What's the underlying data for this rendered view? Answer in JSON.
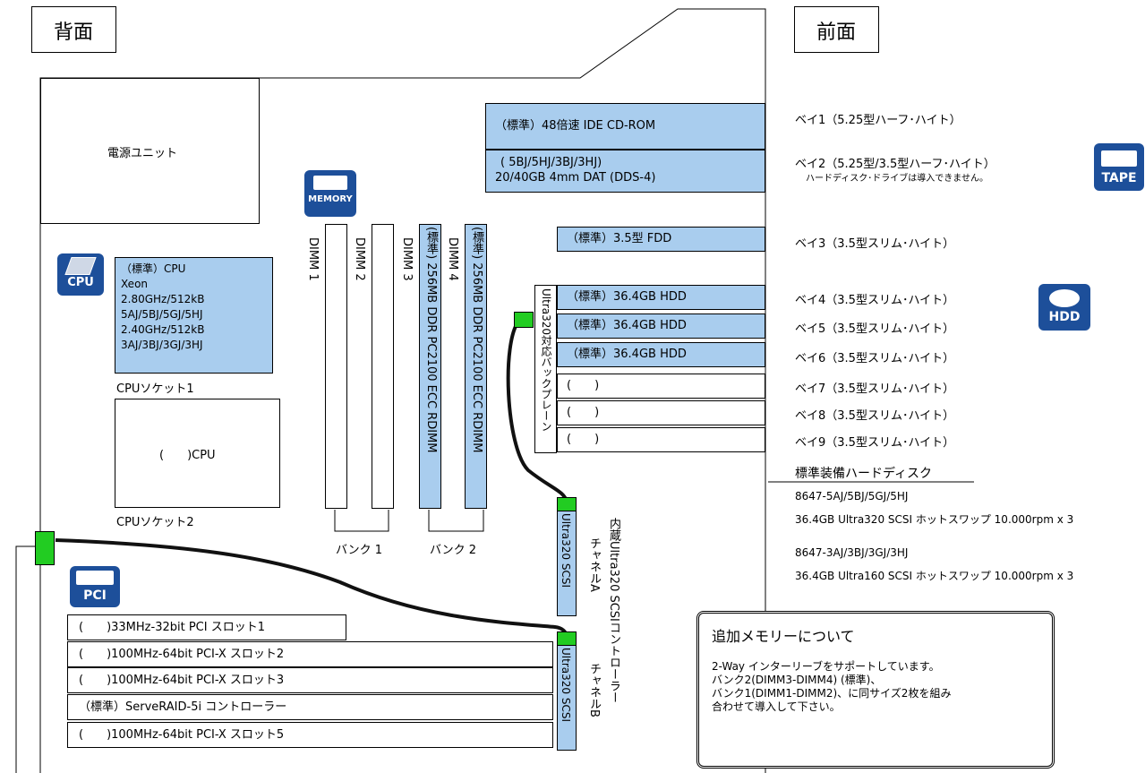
{
  "headers": {
    "back": "背面",
    "front": "前面"
  },
  "power_unit": "電源ユニット",
  "cpu": {
    "socket1_lines": [
      "（標準）CPU",
      "Xeon",
      "2.80GHz/512kB",
      "5AJ/5BJ/5GJ/5HJ",
      "2.40GHz/512kB",
      "3AJ/3BJ/3GJ/3HJ"
    ],
    "socket1_caption": "CPUソケット1",
    "socket2_text": "(　　)CPU",
    "socket2_caption": "CPUソケット2"
  },
  "memory": {
    "dimm_labels": [
      "DIMM 1",
      "DIMM 2",
      "DIMM 3",
      "DIMM 4"
    ],
    "dimm3_content": "(標準) 256MB DDR PC2100 ECC RDIMM",
    "dimm4_content": "(標準) 256MB DDR PC2100 ECC RDIMM",
    "bank1": "バンク 1",
    "bank2": "バンク 2"
  },
  "bays_left": {
    "cdrom": "（標準）48倍速 IDE CD-ROM",
    "dat_line1": "( 5BJ/5HJ/3BJ/3HJ)",
    "dat_line2": "20/40GB 4mm DAT (DDS-4)",
    "fdd": "（標準）3.5型 FDD",
    "hdd": [
      "（標準）36.4GB  HDD",
      "（標準）36.4GB  HDD",
      "（標準）36.4GB  HDD",
      "(　　)",
      "(　　)",
      "(　　)"
    ],
    "backplane": "Ultra320対応バックプレーン"
  },
  "bays_right": {
    "bay1": "ベイ1（5.25型ハーフ･ハイト）",
    "bay2": "ベイ2（5.25型/3.5型ハーフ･ハイト）",
    "bay2_note": "ハードディスク･ドライブは導入できません。",
    "bay3": "ベイ3（3.5型スリム･ハイト）",
    "bay4": "ベイ4（3.5型スリム･ハイト）",
    "bay5": "ベイ5（3.5型スリム･ハイト）",
    "bay6": "ベイ6（3.5型スリム･ハイト）",
    "bay7": "ベイ7（3.5型スリム･ハイト）",
    "bay8": "ベイ8（3.5型スリム･ハイト）",
    "bay9": "ベイ9（3.5型スリム･ハイト）"
  },
  "standard_hdd": {
    "title": "標準装備ハードディスク",
    "model1": "8647-5AJ/5BJ/5GJ/5HJ",
    "desc1": "36.4GB Ultra320 SCSI ホットスワップ 10.000rpm x 3",
    "model2": "8647-3AJ/3BJ/3GJ/3HJ",
    "desc2": "36.4GB Ultra160 SCSI ホットスワップ 10.000rpm x 3"
  },
  "scsi": {
    "controller": "内蔵Ultra320 SCSIコントローラー",
    "channel_a": "チャネルA",
    "channel_b": "チャネルB",
    "port_a": "Ultra320 SCSI",
    "port_b": "Ultra320 SCSI"
  },
  "pci_slots": [
    "(　　)33MHz-32bit PCI スロット1",
    "(　　)100MHz-64bit PCI-X スロット2",
    "(　　)100MHz-64bit PCI-X スロット3",
    "（標準）ServeRAID-5i コントローラー",
    "(　　)100MHz-64bit PCI-X スロット5"
  ],
  "memory_note": {
    "title": "追加メモリーについて",
    "lines": [
      "2-Way インターリーブをサポートしています。",
      "バンク2(DIMM3-DIMM4) (標準)、",
      "バンク1(DIMM1-DIMM2)、に同サイズ2枚を組み",
      "合わせて導入して下さい。"
    ]
  },
  "icons": {
    "memory": "MEMORY",
    "cpu": "CPU",
    "pci": "PCI",
    "tape": "TAPE",
    "hdd": "HDD"
  },
  "colors": {
    "slot_blue": "#a9cdee",
    "connector_green": "#22cc22",
    "icon_blue": "#1d4f9a"
  }
}
